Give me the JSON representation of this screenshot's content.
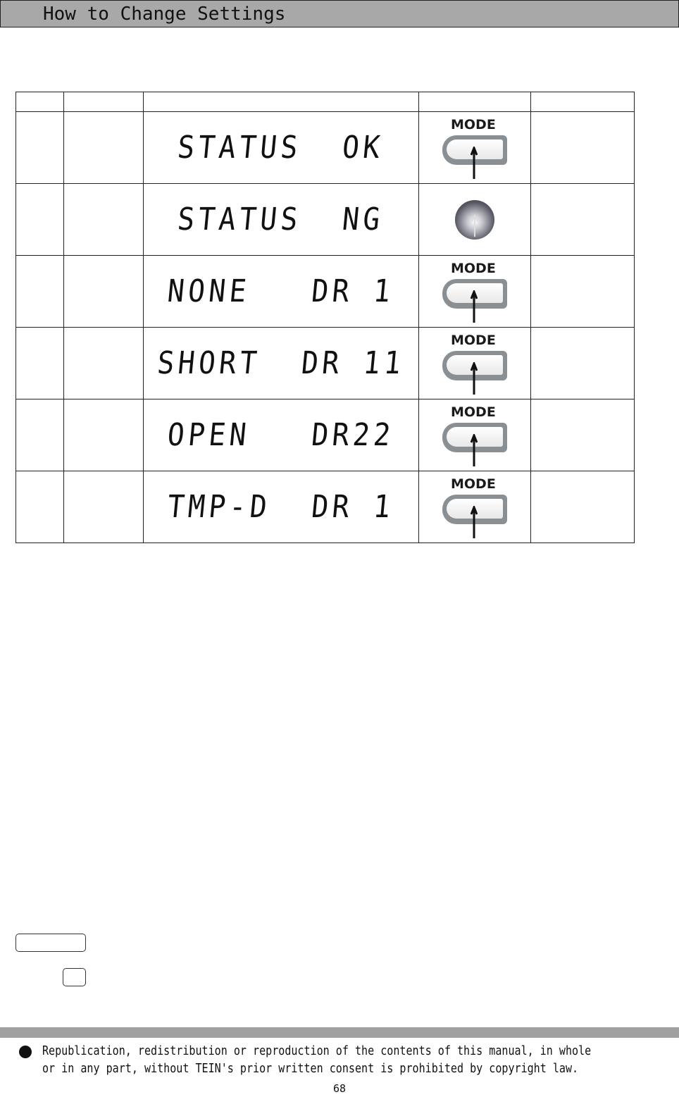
{
  "header": {
    "title": "How to Change Settings"
  },
  "table": {
    "rows": [
      {
        "display": "STATUS  OK",
        "control": "MODE"
      },
      {
        "display": "STATUS  NG",
        "control": "knob"
      },
      {
        "display": "NONE   DR 1",
        "control": "MODE"
      },
      {
        "display": "SHORT  DR 11",
        "control": "MODE"
      },
      {
        "display": "OPEN   DR22",
        "control": "MODE"
      },
      {
        "display": "TMP-D  DR 1",
        "control": "MODE"
      }
    ],
    "mode_label": "MODE"
  },
  "footer": {
    "bullet_line_1": "Republication, redistribution or reproduction of the contents of this manual, in whole",
    "bullet_line_2": "or in any part, without TEIN's prior written consent is prohibited by copyright law.",
    "page_number": "68"
  }
}
